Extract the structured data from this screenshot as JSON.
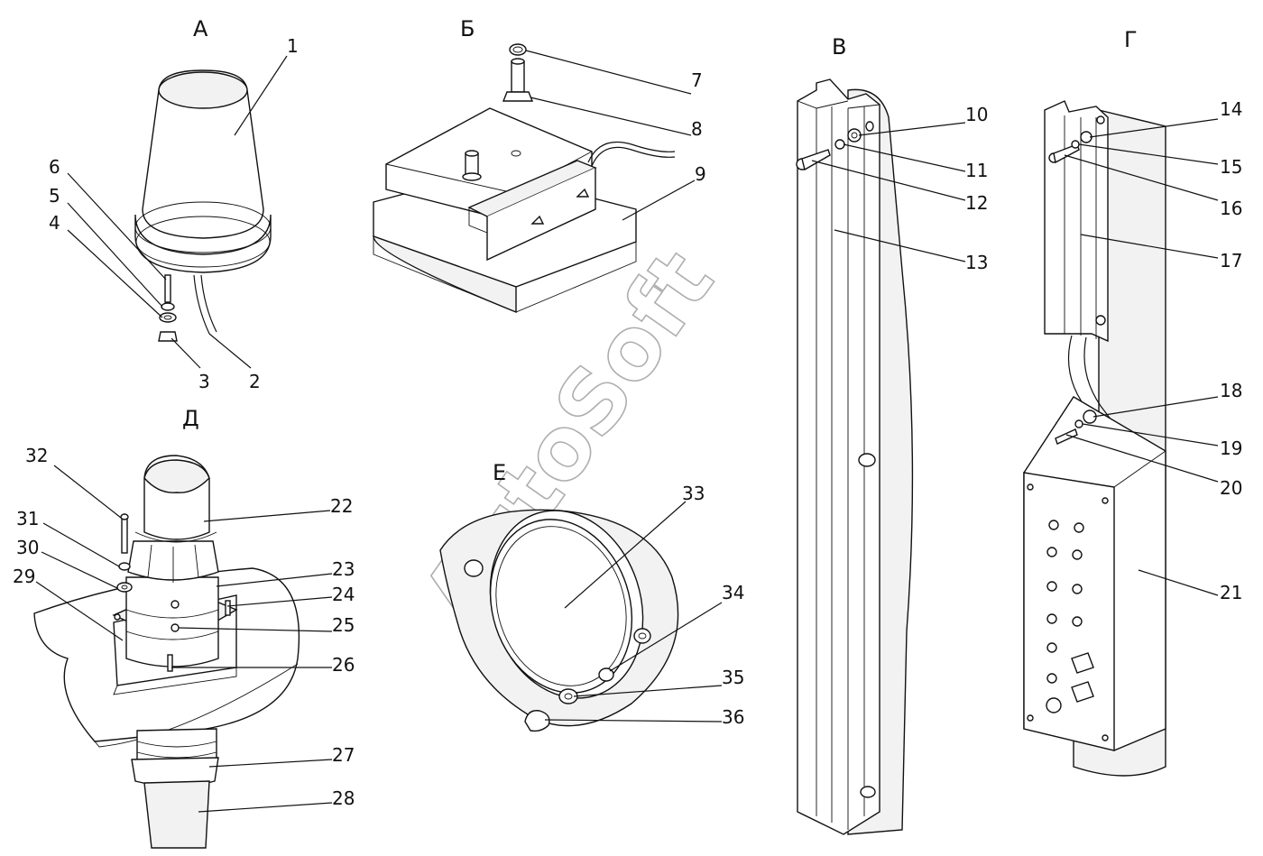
{
  "sections": {
    "A": "А",
    "B": "Б",
    "V": "В",
    "G": "Г",
    "D": "Д",
    "E": "Е"
  },
  "watermark": "AutoSoft",
  "callouts": [
    "1",
    "2",
    "3",
    "4",
    "5",
    "6",
    "7",
    "8",
    "9",
    "10",
    "11",
    "12",
    "13",
    "14",
    "15",
    "16",
    "17",
    "18",
    "19",
    "20",
    "21",
    "22",
    "23",
    "24",
    "25",
    "26",
    "27",
    "28",
    "29",
    "30",
    "31",
    "32",
    "33",
    "34",
    "35",
    "36"
  ]
}
